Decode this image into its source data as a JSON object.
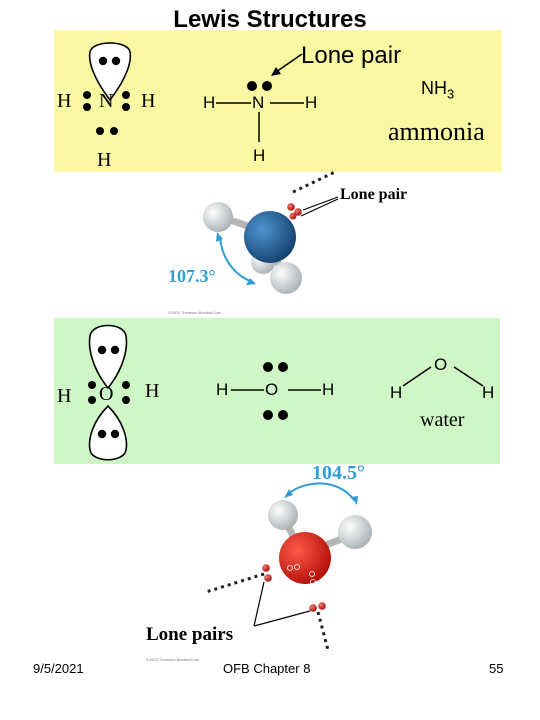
{
  "title": "Lewis Structures",
  "ammonia": {
    "lone_pair_label": "Lone pair",
    "formula": "NH",
    "formula_sub": "3",
    "name": "ammonia",
    "dot_structure": {
      "left_h": "H",
      "center": "N",
      "right_h": "H",
      "bottom_h": "H"
    },
    "line_structure": {
      "left_h": "H",
      "center": "N",
      "right_h": "H",
      "bottom_h": "H"
    },
    "model_lone_pair_label": "Lone pair",
    "bond_angle": "107.3°",
    "credit": "©2003 Thomson-Brooks/Cole"
  },
  "water": {
    "dot_structure": {
      "left_h": "H",
      "center": "O",
      "right_h": "H"
    },
    "line_structure": {
      "left_h": "H",
      "center": "O",
      "right_h": "H"
    },
    "bent_structure": {
      "center": "O",
      "left_h": "H",
      "right_h": "H"
    },
    "name": "water",
    "bond_angle": "104.5°",
    "lone_pairs_label": "Lone pairs",
    "credit": "©2003 Thomson-Brooks/Cole"
  },
  "footer": {
    "date": "9/5/2021",
    "chapter": "OFB Chapter 8",
    "page": "55"
  },
  "colors": {
    "yellow_panel": "#fbf8a3",
    "green_panel": "#cff7c5",
    "angle_blue": "#2f9fd6",
    "nitrogen_blue": "#1f5e96",
    "oxygen_red": "#d9241c"
  }
}
